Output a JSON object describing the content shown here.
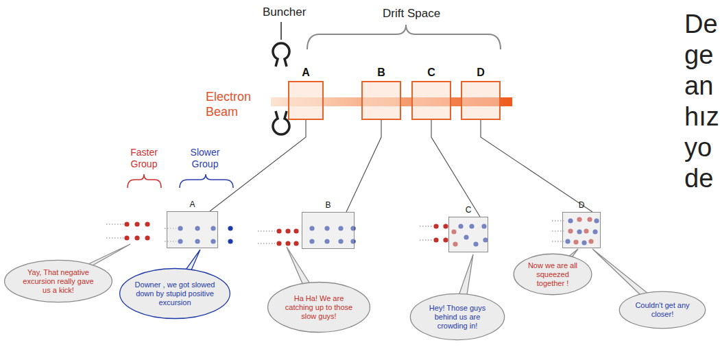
{
  "diagram": {
    "nodes": [
      {
        "text": [
          "A"
        ]
      },
      {
        "text": [
          "B"
        ]
      },
      {
        "text": [
          "C"
        ]
      },
      {
        "text": [
          "D"
        ]
      },
      {
        "text": [
          "A"
        ]
      },
      {
        "text": [
          "B"
        ]
      },
      {
        "text": [
          "C"
        ]
      },
      {
        "text": [
          "D"
        ]
      },
      {
        "text": [
          "Yay, That negative excursion really gave us a kick!"
        ]
      },
      {
        "text": [
          "Downer , we got slowed down by stupid positive excursion"
        ]
      },
      {
        "text": [
          "Ha Ha! We are catching up to those slow guys!"
        ]
      },
      {
        "text": [
          "Hey! Those guys behind us are crowding in!"
        ]
      },
      {
        "text": [
          "Now we are all squeezed together !"
        ]
      },
      {
        "text": [
          "Couldn't get any closer!"
        ]
      }
    ],
    "edges": [
      {
        "from": 0,
        "to": 4,
        "arrow": "none"
      },
      {
        "from": 1,
        "to": 5,
        "arrow": "none"
      },
      {
        "from": 2,
        "to": 6,
        "arrow": "none"
      },
      {
        "from": 3,
        "to": 7,
        "arrow": "none"
      }
    ],
    "labels": [
      "Buncher",
      "Drift Space",
      "Electron Beam",
      "Faster Group",
      "Slower Group",
      "De",
      "ge",
      "an",
      "hız",
      "yo",
      "de"
    ]
  }
}
